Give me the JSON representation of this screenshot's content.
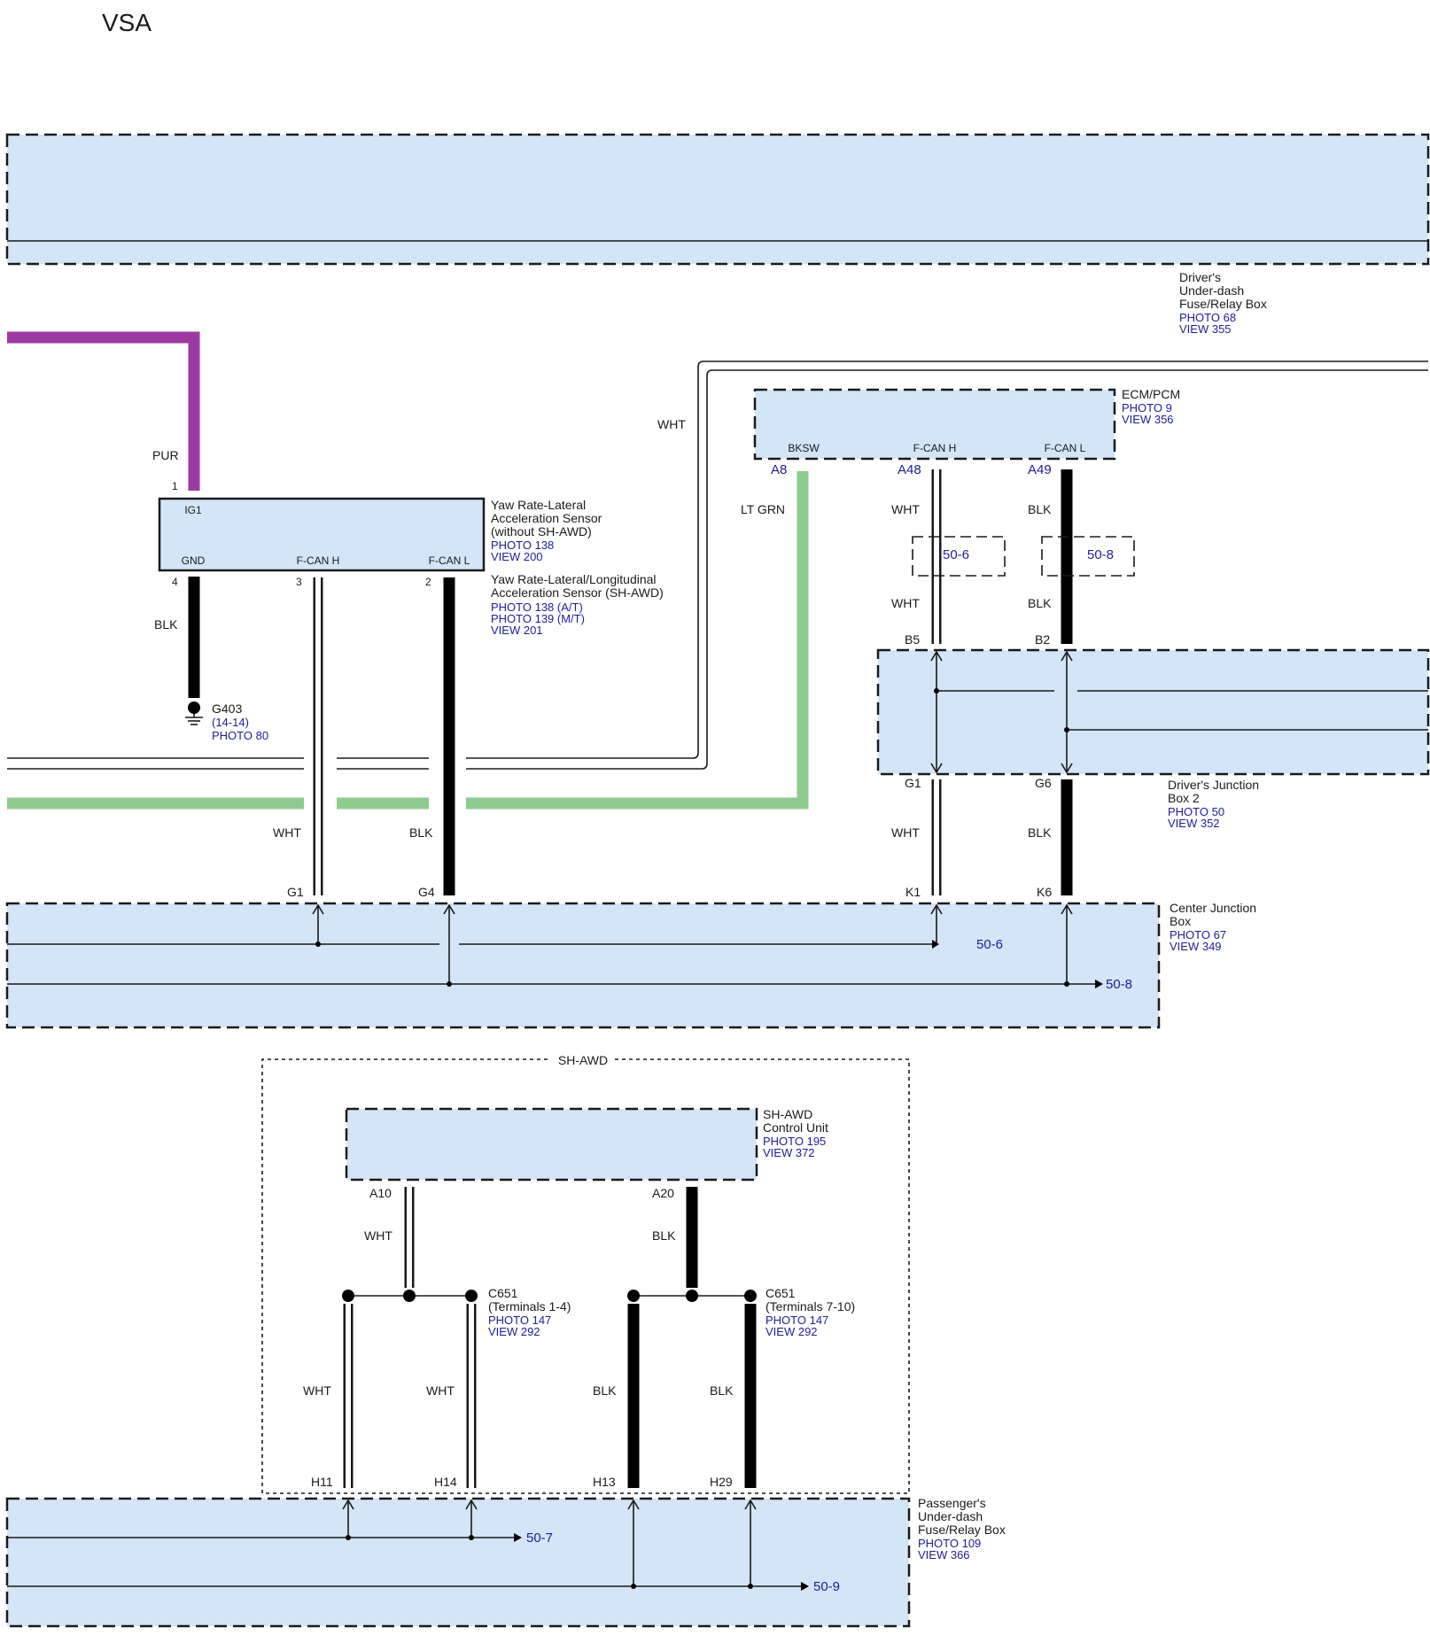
{
  "title": "VSA",
  "components": {
    "driver_fuse_box": {
      "name": [
        "Driver's",
        "Under-dash",
        "Fuse/Relay Box"
      ],
      "refs": [
        "PHOTO 68",
        "VIEW 355"
      ]
    },
    "ecm": {
      "name": [
        "ECM/PCM"
      ],
      "refs": [
        "PHOTO 9",
        "VIEW 356"
      ],
      "pins": {
        "bksw": "BKSW",
        "fcanh": "F-CAN H",
        "fcanl": "F-CAN L"
      },
      "terminals": {
        "a8": "A8",
        "a48": "A48",
        "a49": "A49"
      }
    },
    "yaw_sensor": {
      "name": [
        "Yaw Rate-Lateral",
        "Acceleration Sensor",
        "(without SH-AWD)"
      ],
      "refs": [
        "PHOTO 138",
        "VIEW 200"
      ],
      "alt_name": [
        "Yaw Rate-Lateral/Longitudinal",
        "Acceleration Sensor (SH-AWD)"
      ],
      "alt_refs": [
        "PHOTO 138 (A/T)",
        "PHOTO 139 (M/T)",
        "VIEW 201"
      ],
      "pins": {
        "ig1": "IG1",
        "gnd": "GND",
        "fcanh": "F-CAN H",
        "fcanl": "F-CAN L"
      },
      "terminals": {
        "t1": "1",
        "t4": "4",
        "t3": "3",
        "t2": "2"
      }
    },
    "ground": {
      "name": "G403",
      "ref_page": "(14-14)",
      "photo": "PHOTO 80"
    },
    "djb2": {
      "name": [
        "Driver's Junction",
        "Box 2"
      ],
      "refs": [
        "PHOTO 50",
        "VIEW 352"
      ],
      "terminals": {
        "b5": "B5",
        "b2": "B2",
        "g1": "G1",
        "g6": "G6"
      }
    },
    "cjb": {
      "name": [
        "Center Junction",
        "Box"
      ],
      "refs": [
        "PHOTO 67",
        "VIEW 349"
      ],
      "terminals": {
        "g1": "G1",
        "g4": "G4",
        "k1": "K1",
        "k6": "K6"
      },
      "continues": [
        "50-6",
        "50-8"
      ]
    },
    "dashed_refs": [
      "50-6",
      "50-8"
    ],
    "sh_awd_group": "SH-AWD",
    "sh_awd_unit": {
      "name": [
        "SH-AWD",
        "Control Unit"
      ],
      "refs": [
        "PHOTO 195",
        "VIEW 372"
      ],
      "terminals": {
        "a10": "A10",
        "a20": "A20"
      }
    },
    "c651_a": {
      "name": [
        "C651",
        "(Terminals 1-4)"
      ],
      "refs": [
        "PHOTO 147",
        "VIEW 292"
      ]
    },
    "c651_b": {
      "name": [
        "C651",
        "(Terminals 7-10)"
      ],
      "refs": [
        "PHOTO 147",
        "VIEW 292"
      ]
    },
    "pass_fuse_box": {
      "name": [
        "Passenger's",
        "Under-dash",
        "Fuse/Relay Box"
      ],
      "refs": [
        "PHOTO 109",
        "VIEW 366"
      ],
      "terminals": {
        "h11": "H11",
        "h14": "H14",
        "h13": "H13",
        "h29": "H29"
      },
      "continues": [
        "50-7",
        "50-9"
      ]
    }
  },
  "wire_colors": {
    "pur": "PUR",
    "blk": "BLK",
    "wht": "WHT",
    "lt_grn": "LT GRN"
  },
  "colors": {
    "box_fill": "#d3e5f6",
    "purple_wire": "#9c3aa0",
    "green_wire": "#8fcb90",
    "ref_text": "#1d1d9a"
  }
}
